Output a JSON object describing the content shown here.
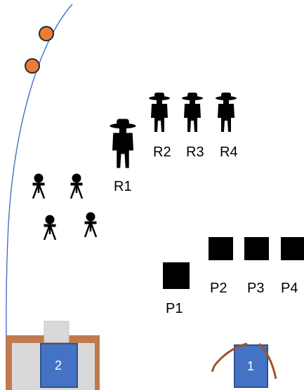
{
  "colors": {
    "curve": "#4472c4",
    "marker_fill": "#ed7d31",
    "marker_stroke": "#222a35",
    "figure": "#000000",
    "square": "#000000",
    "box_fill": "#4472c4",
    "box_stroke": "#2f528f",
    "box_text": "#ffffff",
    "brown": "#a0522d",
    "station_frame": "#c07a50",
    "station_inner": "#d9d9d9"
  },
  "labels": {
    "r1": "R1",
    "r2": "R2",
    "r3": "R3",
    "r4": "R4",
    "p1": "P1",
    "p2": "P2",
    "p3": "P3",
    "p4": "P4"
  },
  "boxes": {
    "box1": "1",
    "box2": "2"
  }
}
